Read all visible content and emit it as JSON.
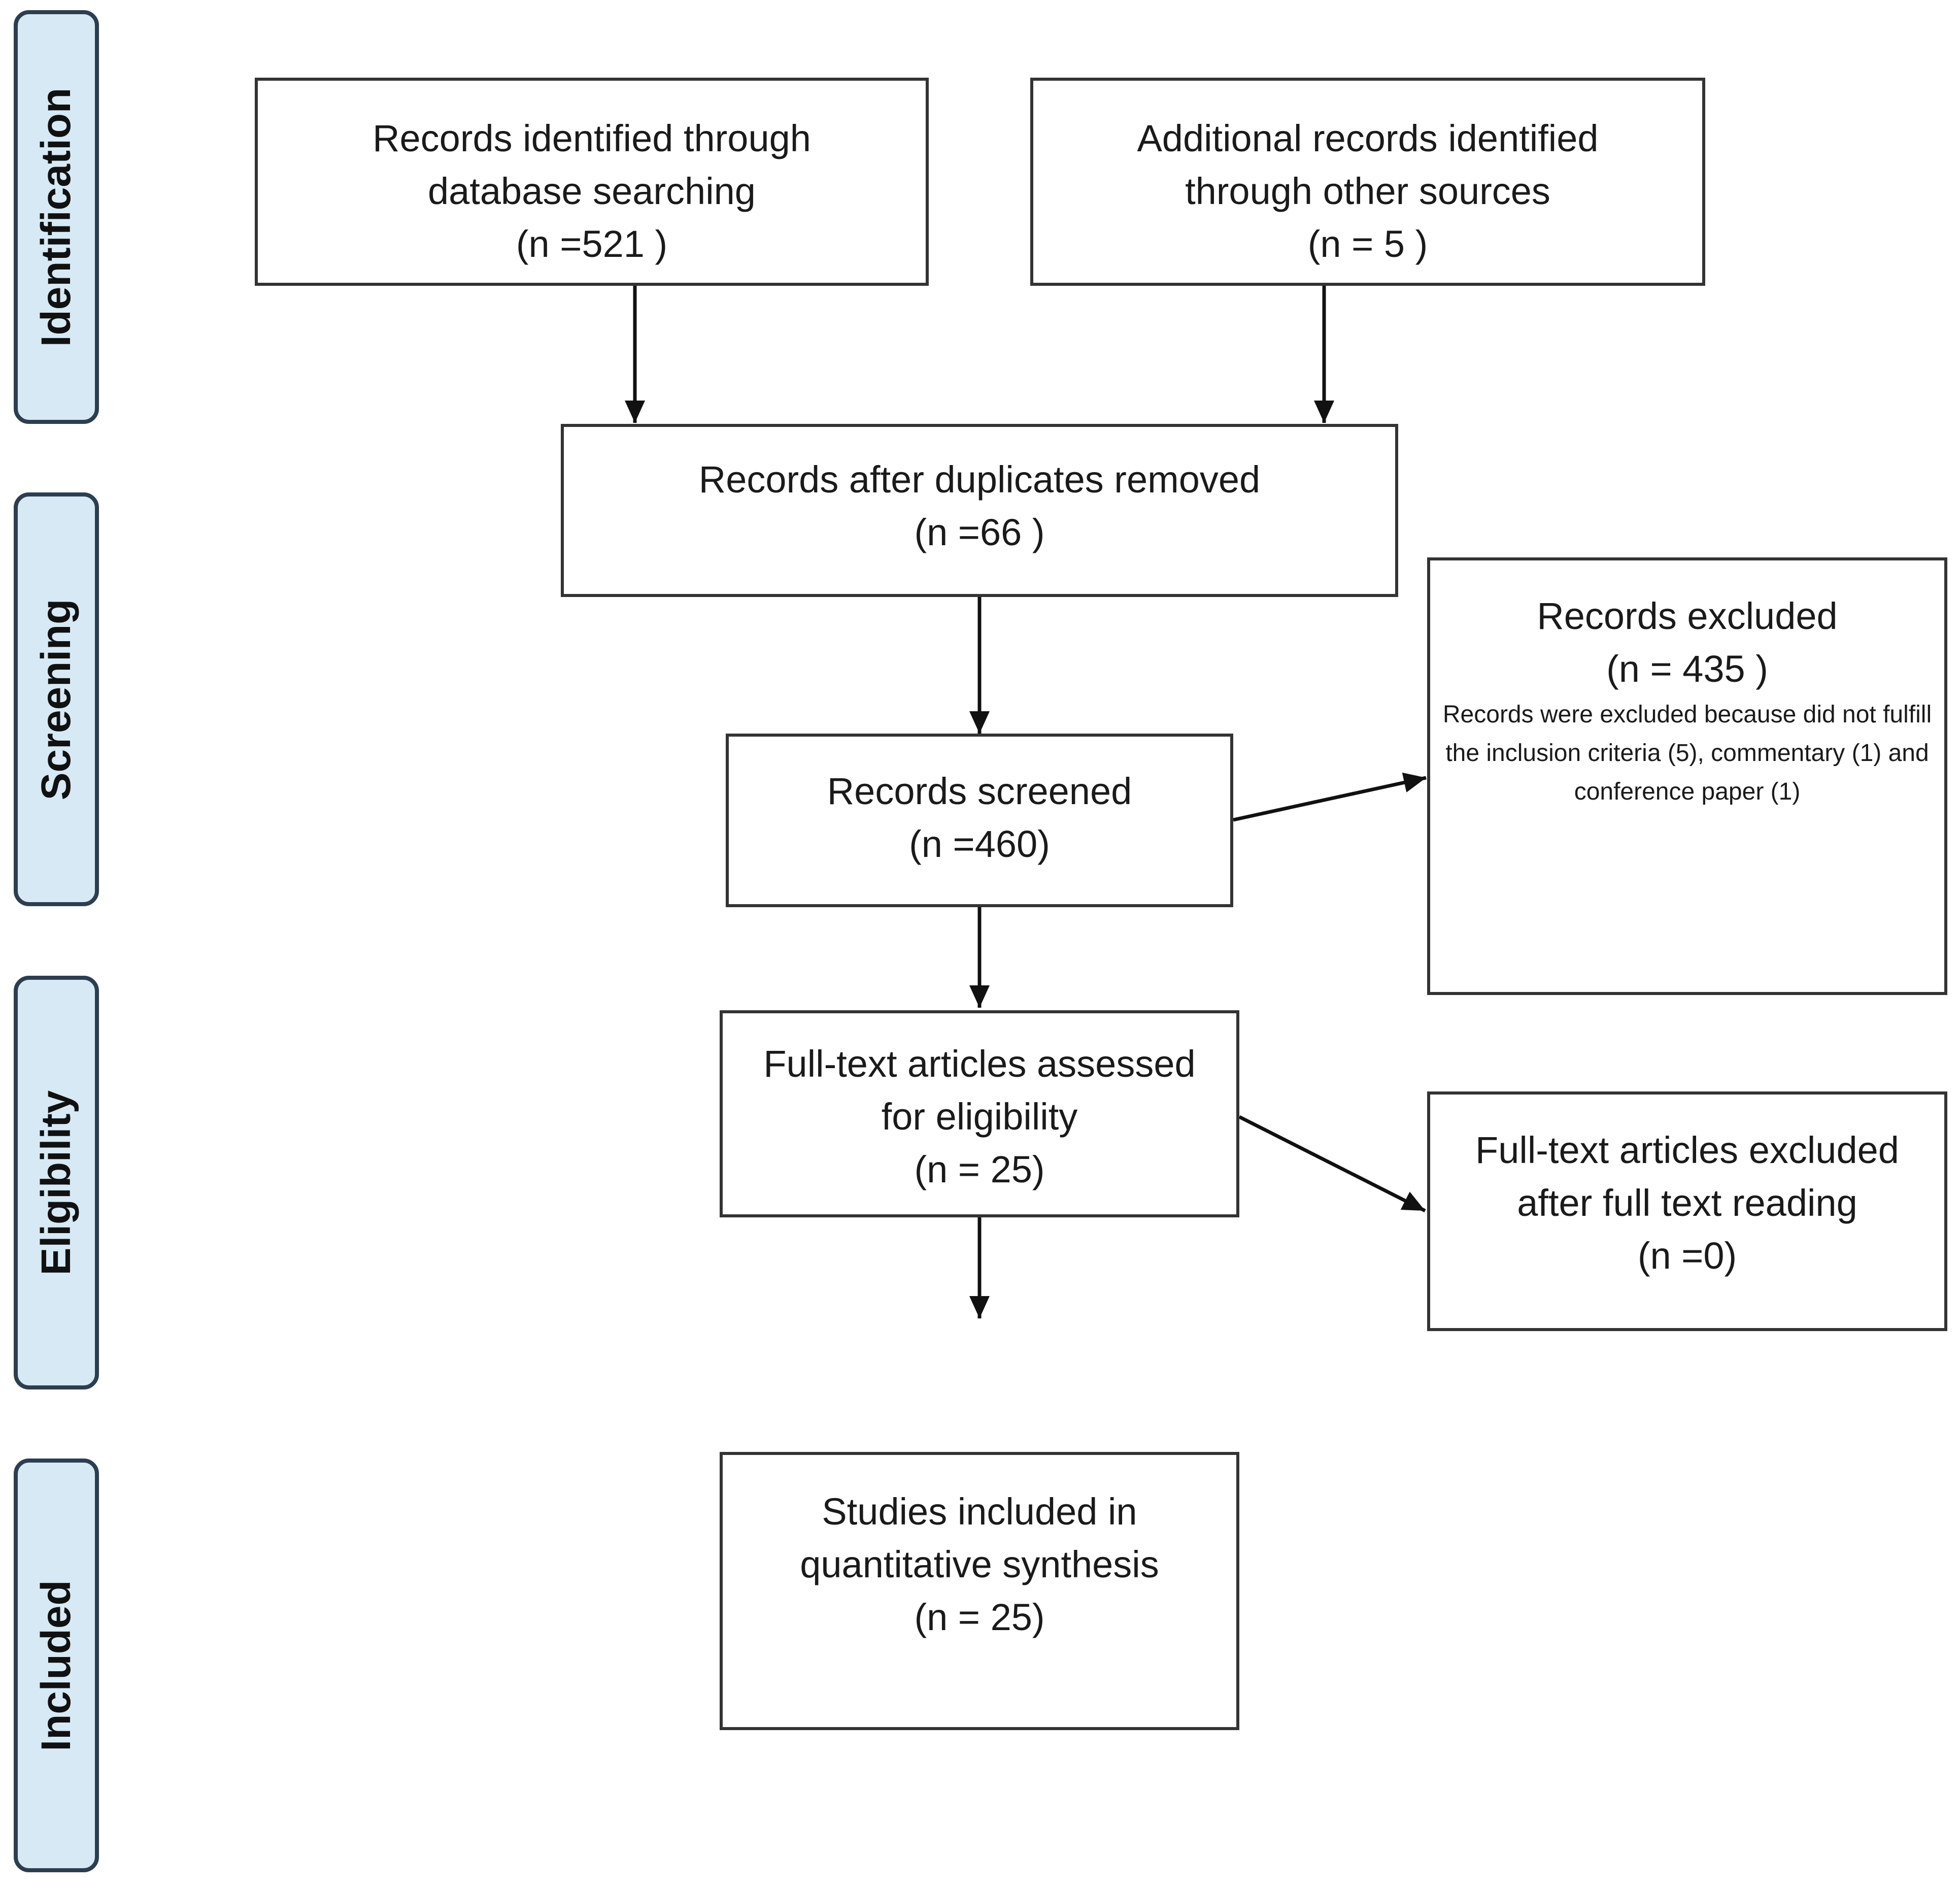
{
  "stages": {
    "identification": "Identification",
    "screening": "Screening",
    "eligibility": "Eligibility",
    "included": "Included"
  },
  "boxes": {
    "database": {
      "line1": "Records identified through",
      "line2": "database searching",
      "count": "(n =521 )"
    },
    "other_sources": {
      "line1": "Additional records identified",
      "line2": "through other sources",
      "count": "(n = 5 )"
    },
    "duplicates_removed": {
      "line1": "Records after duplicates removed",
      "count": "(n =66 )"
    },
    "screened": {
      "line1": "Records screened",
      "count": "(n =460)"
    },
    "excluded": {
      "line1": "Records excluded",
      "count": "(n = 435 )",
      "note": "Records were excluded because did not fulfill the inclusion criteria (5), commentary (1) and conference paper (1)"
    },
    "fulltext_assessed": {
      "line1": "Full-text articles assessed",
      "line2": "for eligibility",
      "count": "(n = 25)"
    },
    "fulltext_excluded": {
      "line1": "Full-text articles excluded",
      "line2": "after full text reading",
      "count": "(n =0)"
    },
    "included": {
      "line1": "Studies included in",
      "line2": "quantitative synthesis",
      "count": "(n = 25)"
    }
  },
  "colors": {
    "stage_fill": "#d6e9f5",
    "stage_border": "#2c3e4f",
    "box_border": "#333333",
    "arrow": "#111111"
  }
}
